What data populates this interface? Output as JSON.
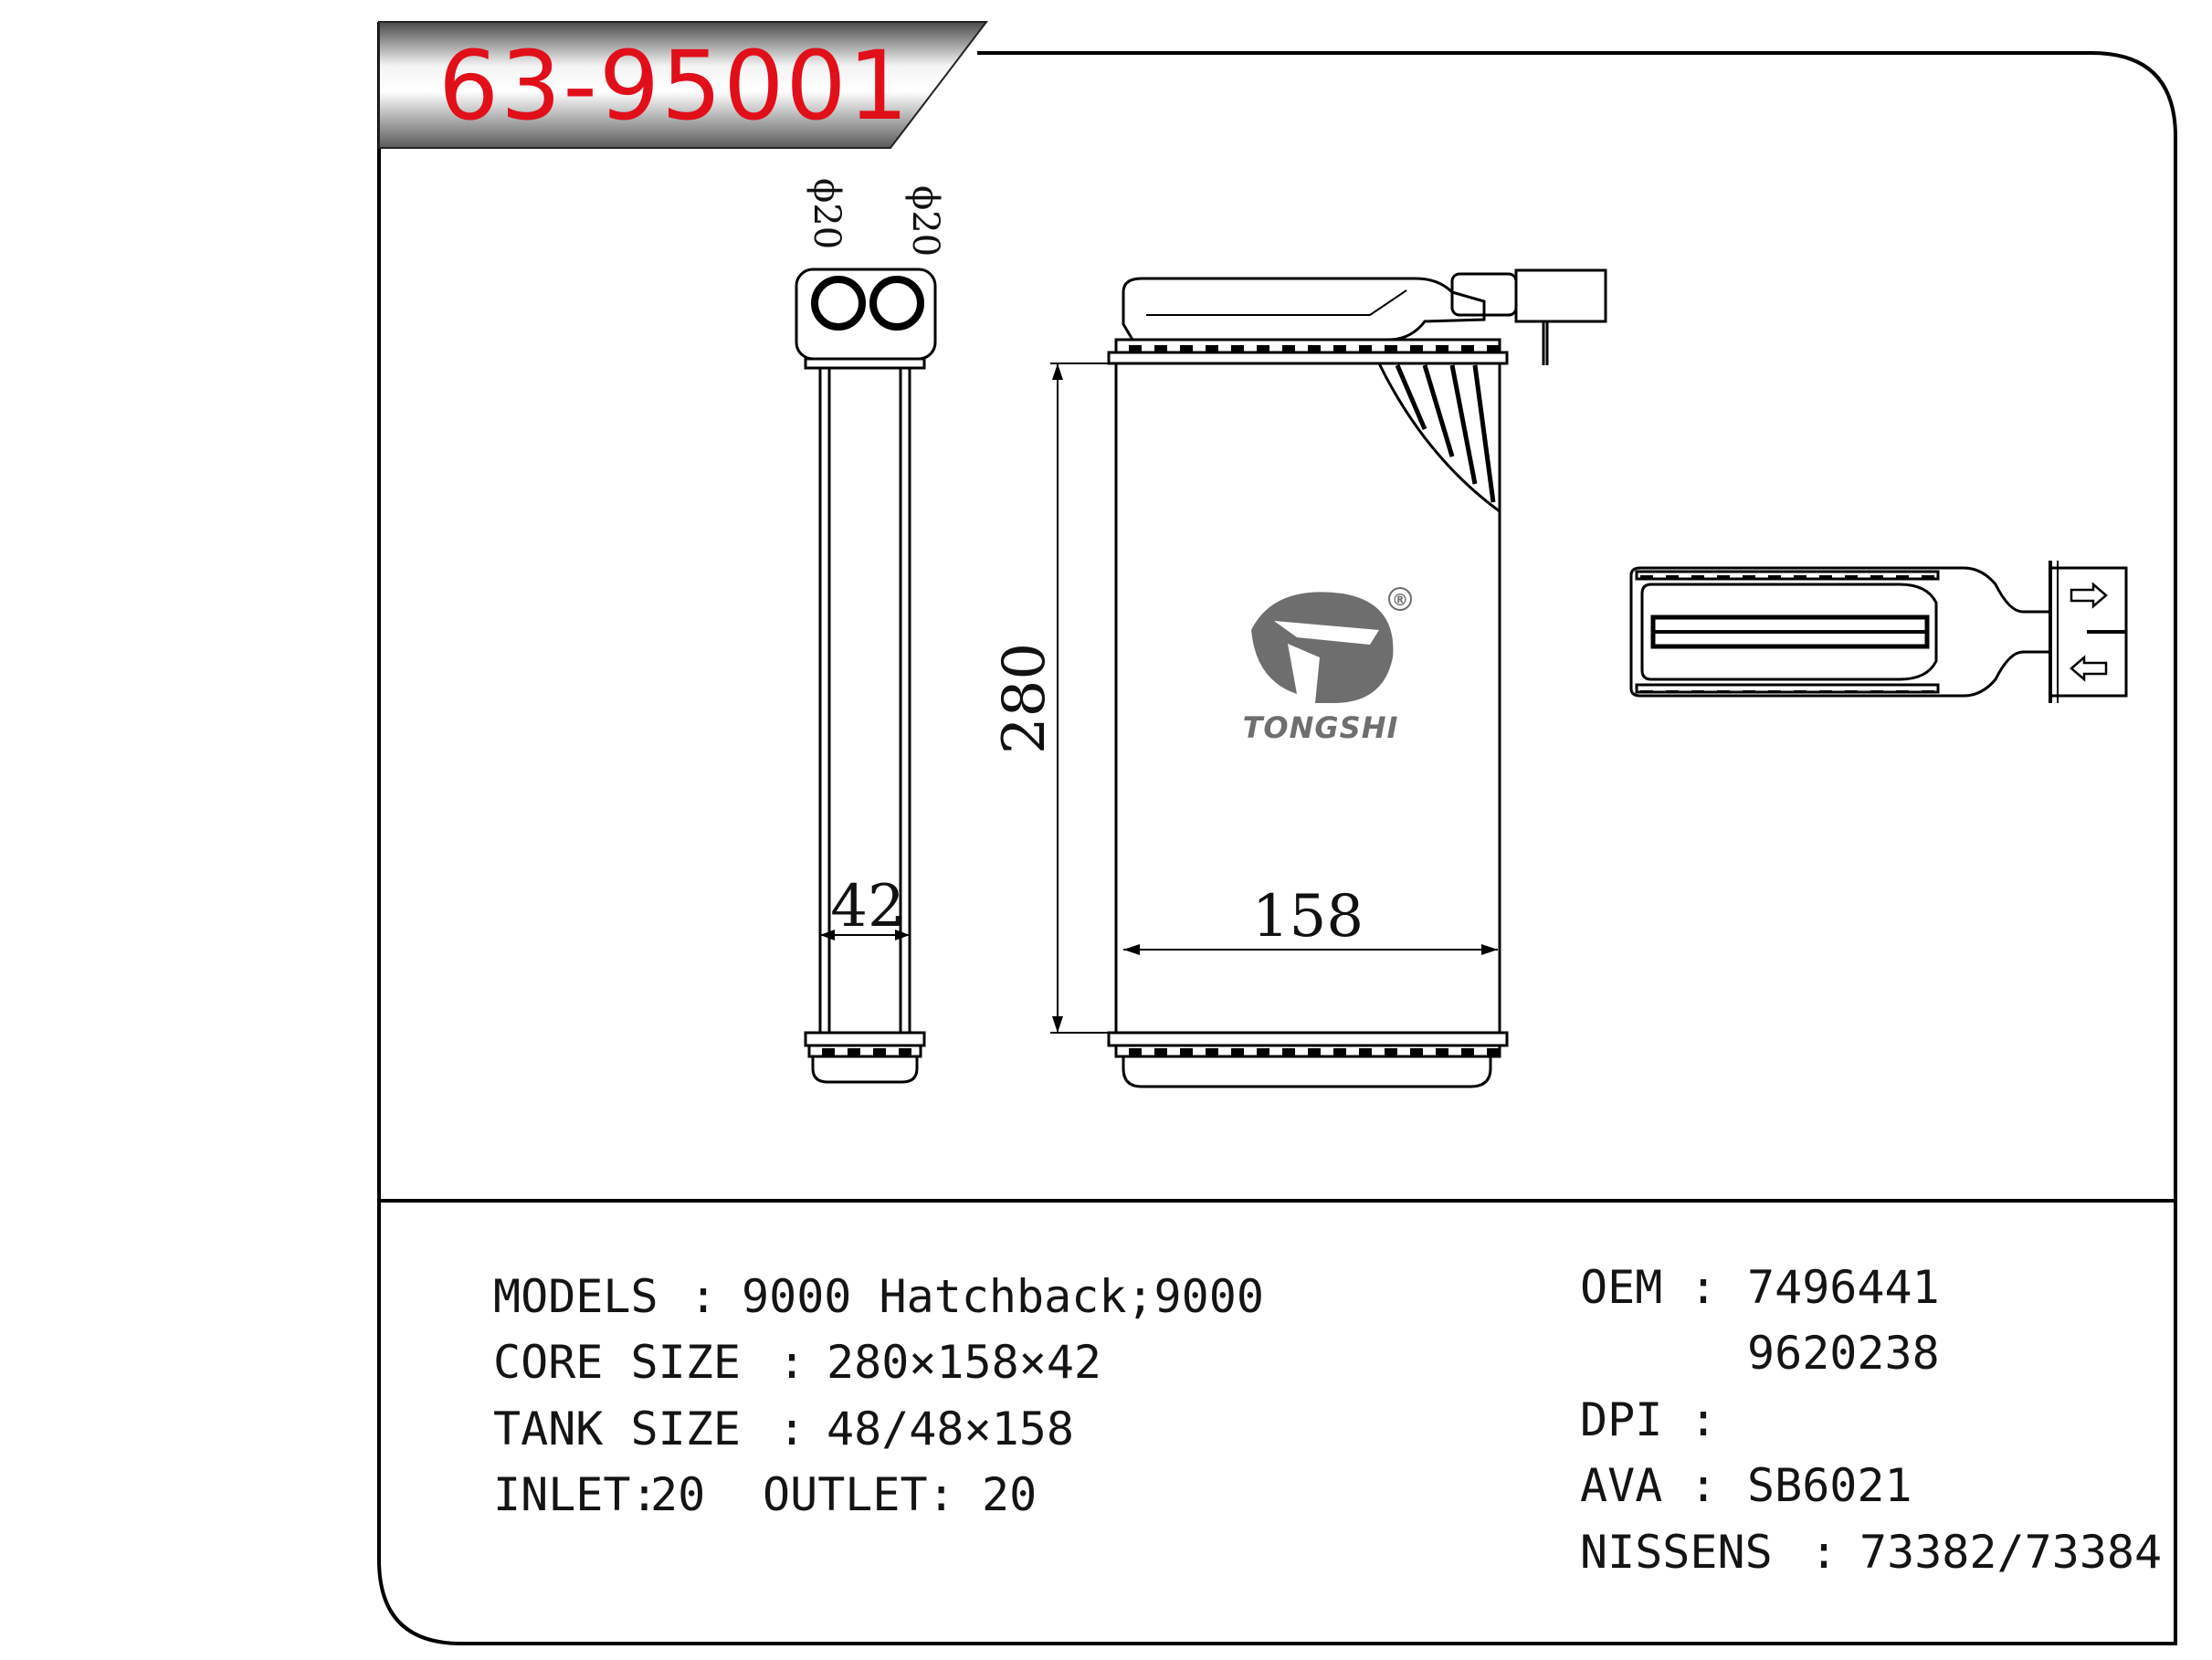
{
  "part_code": "63-95001",
  "brand": "TONGSHI",
  "registered_mark": "®",
  "dimensions": {
    "pipe_left": "ϕ20",
    "pipe_right": "ϕ20",
    "height": "280",
    "width": "158",
    "depth": "42"
  },
  "specs": {
    "models_label": "MODELS",
    "models_value": "9000 Hatchback;9000",
    "core_label": "CORE SIZE",
    "core_value": "280×158×42",
    "tank_label": "TANK SIZE",
    "tank_value": "48/48×158",
    "inlet_label": "INLET:",
    "inlet_value": "20",
    "outlet_label": "OUTLET:",
    "outlet_value": "20",
    "oem_label": "OEM",
    "oem_value_1": "7496441",
    "oem_value_2": "9620238",
    "dpi_label": "DPI",
    "dpi_value": "",
    "ava_label": "AVA",
    "ava_value": "SB6021",
    "nissens_label": "NISSENS",
    "nissens_value": "73382/73384",
    "separator": ":"
  },
  "colors": {
    "title_red": "#e10f1a",
    "frame": "#000000",
    "logo_gray": "#6e6e6e"
  }
}
